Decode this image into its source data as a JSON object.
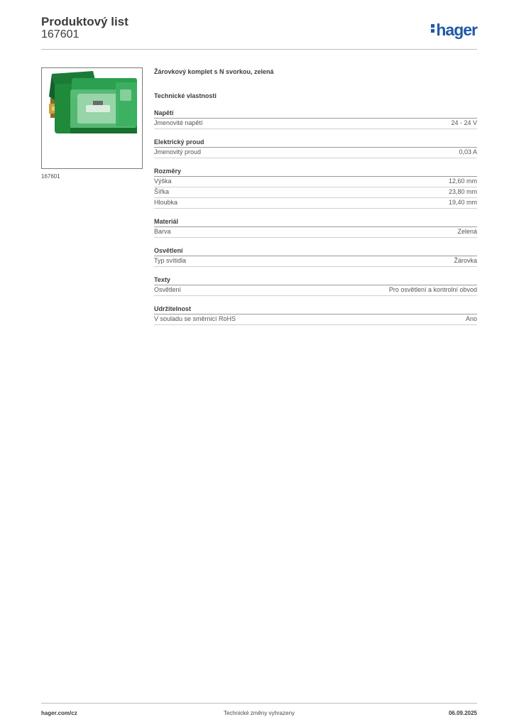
{
  "header": {
    "title": "Produktový list",
    "product_number": "167601",
    "logo": "hager"
  },
  "image": {
    "caption": "167601",
    "icon": "product-photo"
  },
  "product": {
    "name": "Žárovkový komplet s N svorkou, zelená",
    "section_heading": "Technické vlastnosti"
  },
  "groups": [
    {
      "title": "Napětí",
      "rows": [
        {
          "label": "Jmenovité napětí",
          "value": "24 - 24 V"
        }
      ]
    },
    {
      "title": "Elektrický proud",
      "rows": [
        {
          "label": "Jmenovitý proud",
          "value": "0,03 A"
        }
      ]
    },
    {
      "title": "Rozměry",
      "rows": [
        {
          "label": "Výška",
          "value": "12,60 mm"
        },
        {
          "label": "Šířka",
          "value": "23,80 mm"
        },
        {
          "label": "Hloubka",
          "value": "19,40 mm"
        }
      ]
    },
    {
      "title": "Materiál",
      "rows": [
        {
          "label": "Barva",
          "value": "Zelená"
        }
      ]
    },
    {
      "title": "Osvětlení",
      "rows": [
        {
          "label": "Typ svítidla",
          "value": "Žárovka"
        }
      ]
    },
    {
      "title": "Texty",
      "rows": [
        {
          "label": "Osvětlení",
          "value": "Pro osvětlení a kontrolní obvod"
        }
      ]
    },
    {
      "title": "Udržitelnost",
      "rows": [
        {
          "label": "V souladu se směrnicí RoHS",
          "value": "Ano"
        }
      ]
    }
  ],
  "footer": {
    "website": "hager.com/cz",
    "notice": "Technické změny vyhrazeny",
    "date": "06.09.2025"
  },
  "colors": {
    "brand": "#1f5aa8",
    "product_green": "#1e8a3a",
    "text": "#4a4a4a"
  }
}
